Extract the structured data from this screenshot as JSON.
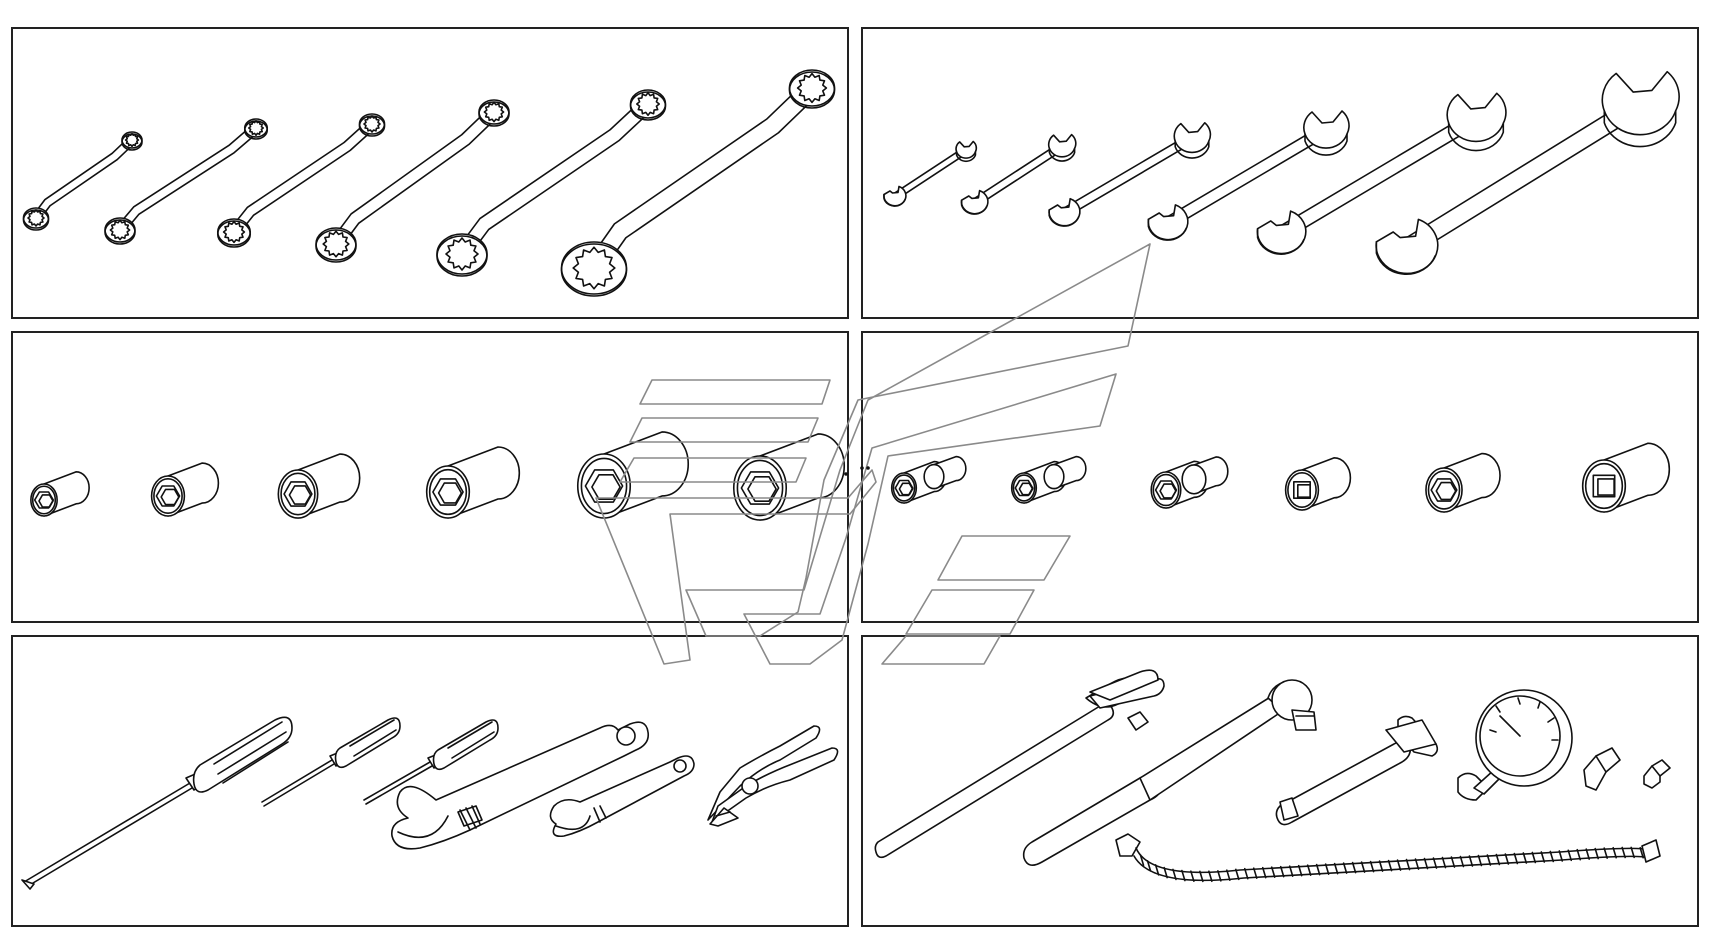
{
  "panels": [
    {
      "id": "ring-spanners",
      "icon": "ring-spanner-icon",
      "count": 6
    },
    {
      "id": "open-end-wrenches",
      "icon": "open-end-wrench-icon",
      "count": 6
    },
    {
      "id": "hex-sockets",
      "icon": "hex-socket-icon",
      "count": 6
    },
    {
      "id": "mixed-sockets",
      "icon": "socket-icon",
      "count": 6
    },
    {
      "id": "hand-tools",
      "icons": [
        "screwdriver-icon",
        "adjustable-wrench-icon",
        "pliers-icon"
      ]
    },
    {
      "id": "drive-tools-and-gauge",
      "icons": [
        "t-handle-icon",
        "ratchet-icon",
        "extension-bar-icon",
        "pressure-gauge-icon",
        "adapter-icon",
        "flexible-hose-icon"
      ]
    }
  ],
  "watermark": {
    "icon": "brand-watermark-icon",
    "color": "#8a8a8a"
  },
  "colors": {
    "line": "#111111",
    "panel_border": "#222222",
    "background": "#ffffff"
  }
}
